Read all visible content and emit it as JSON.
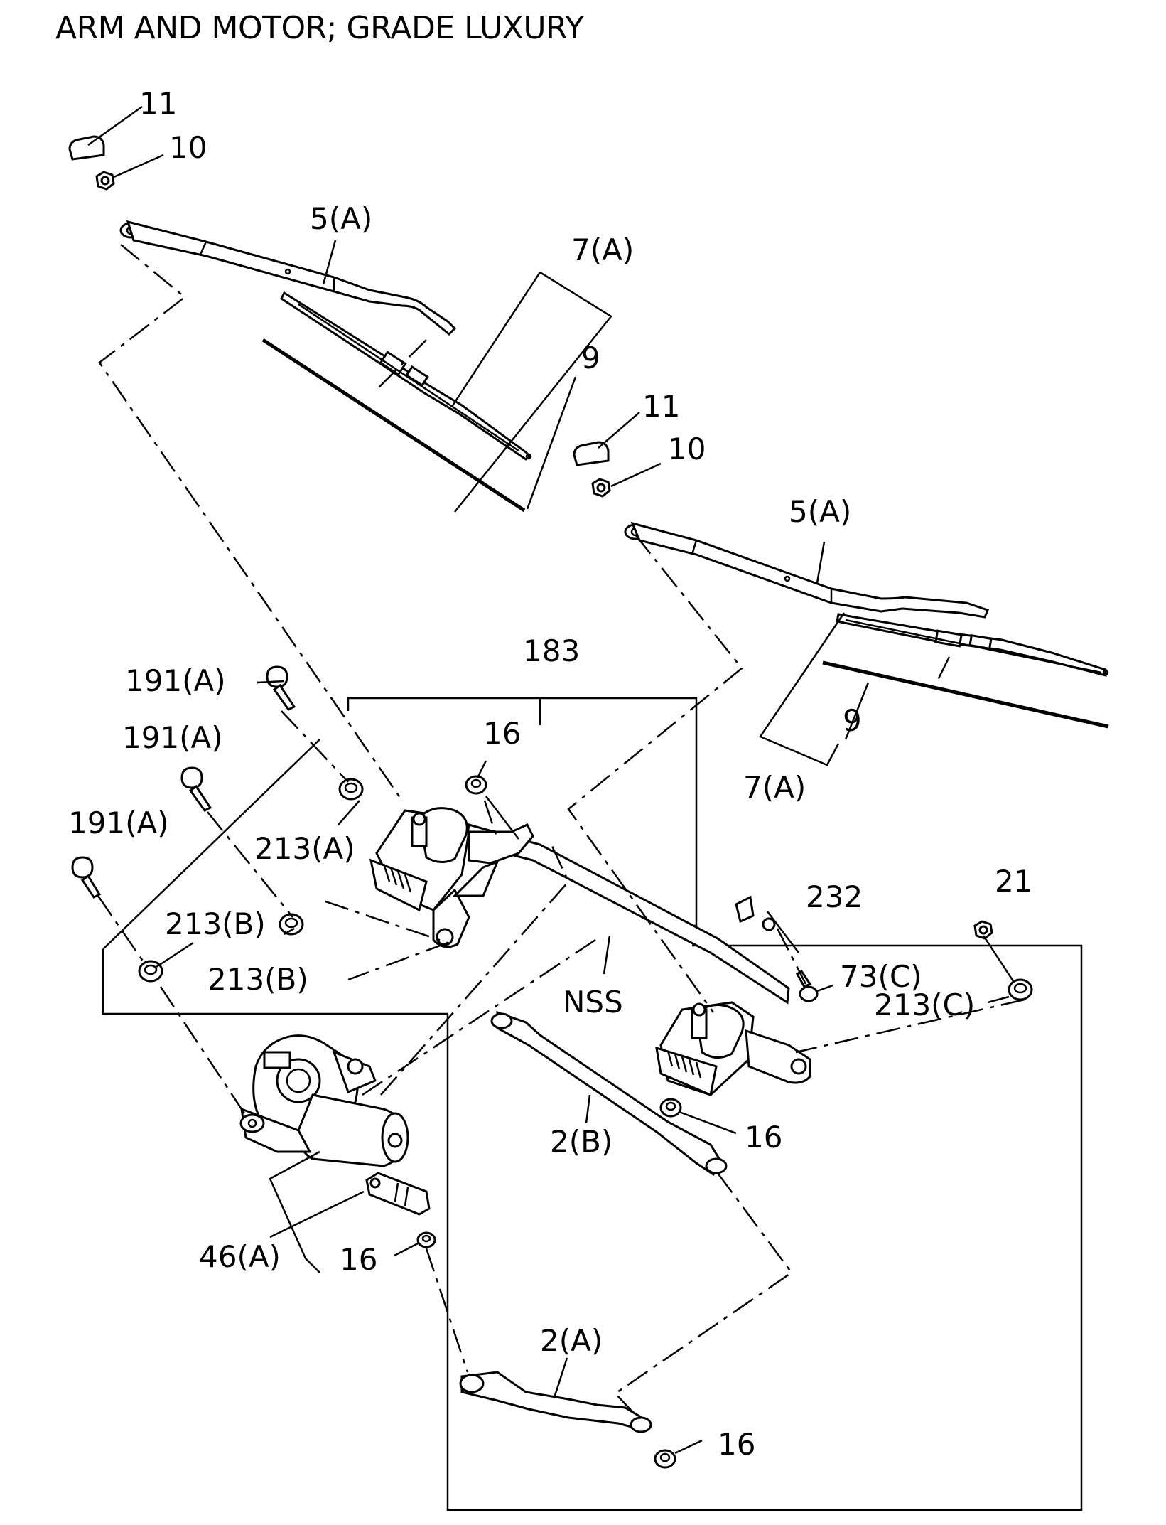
{
  "title": "ARM AND MOTOR; GRADE LUXURY",
  "callouts": {
    "c11a": "11",
    "c10a": "10",
    "c5a1": "5(A)",
    "c7a1": "7(A)",
    "c9a": "9",
    "c11b": "11",
    "c10b": "10",
    "c5a2": "5(A)",
    "c9b": "9",
    "c7a2": "7(A)",
    "c183": "183",
    "c191a1": "191(A)",
    "c191a2": "191(A)",
    "c191a3": "191(A)",
    "c16a": "16",
    "c213a": "213(A)",
    "c213b1": "213(B)",
    "c213b2": "213(B)",
    "c232": "232",
    "c21": "21",
    "c73c": "73(C)",
    "c213c": "213(C)",
    "cnss": "NSS",
    "c2b": "2(B)",
    "c16b": "16",
    "c46a": "46(A)",
    "c16c": "16",
    "c2a": "2(A)",
    "c16d": "16"
  }
}
